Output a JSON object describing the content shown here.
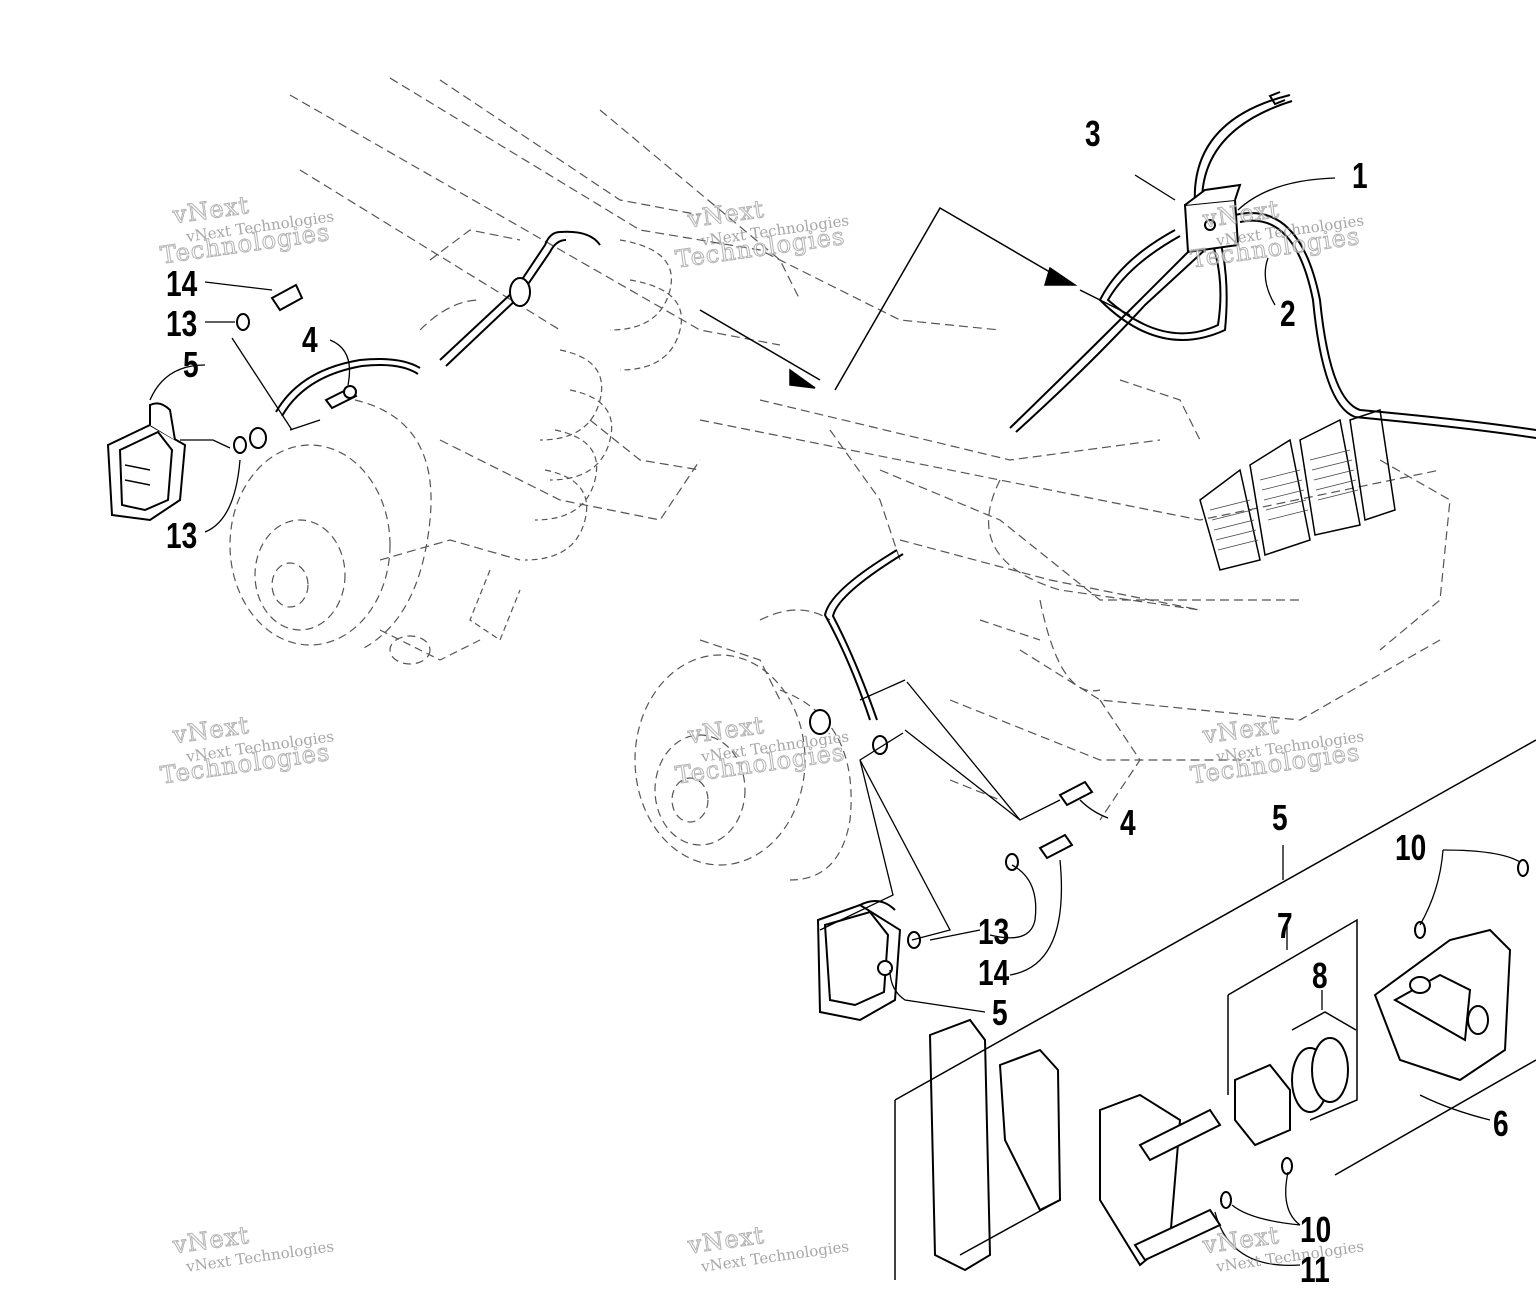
{
  "callouts": [
    {
      "id": "c1",
      "text": "1"
    },
    {
      "id": "c2",
      "text": "2"
    },
    {
      "id": "c3",
      "text": "3"
    },
    {
      "id": "c14a",
      "text": "14"
    },
    {
      "id": "c13a",
      "text": "13"
    },
    {
      "id": "c5a",
      "text": "5"
    },
    {
      "id": "c4a",
      "text": "4"
    },
    {
      "id": "c13b",
      "text": "13"
    },
    {
      "id": "c4b",
      "text": "4"
    },
    {
      "id": "c5b",
      "text": "5"
    },
    {
      "id": "c10a",
      "text": "10"
    },
    {
      "id": "c7",
      "text": "7"
    },
    {
      "id": "c8",
      "text": "8"
    },
    {
      "id": "c13c",
      "text": "13"
    },
    {
      "id": "c14b",
      "text": "14"
    },
    {
      "id": "c5c",
      "text": "5"
    },
    {
      "id": "c6",
      "text": "6"
    },
    {
      "id": "c10b",
      "text": "10"
    },
    {
      "id": "c11",
      "text": "11"
    }
  ],
  "watermark": {
    "line1": "vNext",
    "line2": "vNext Technologies",
    "line3": "Technologies"
  },
  "colors": {
    "ink": "#000000",
    "dashed": "#555555",
    "watermark": "#8a8a8a"
  }
}
